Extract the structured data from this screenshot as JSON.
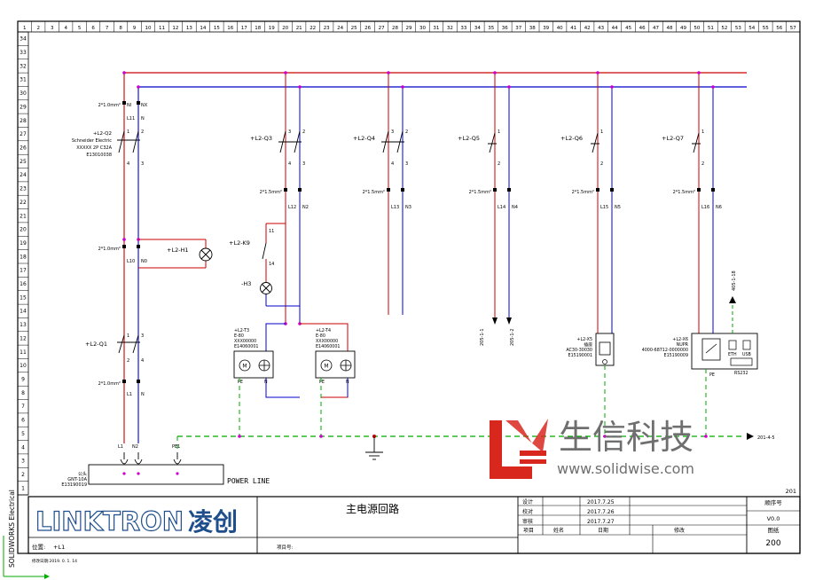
{
  "columns": [
    "1",
    "2",
    "3",
    "4",
    "5",
    "6",
    "7",
    "8",
    "9",
    "10",
    "11",
    "12",
    "13",
    "14",
    "15",
    "16",
    "17",
    "18",
    "19",
    "20",
    "21",
    "22",
    "23",
    "24",
    "25",
    "26",
    "27",
    "28",
    "29",
    "30",
    "31",
    "32",
    "33",
    "34",
    "35",
    "36",
    "37",
    "38",
    "39",
    "40",
    "41",
    "42",
    "43",
    "44",
    "45",
    "46",
    "47",
    "48",
    "49",
    "50",
    "51",
    "52",
    "53",
    "54",
    "55",
    "56",
    "57"
  ],
  "rows": [
    "34",
    "33",
    "32",
    "31",
    "30",
    "29",
    "28",
    "27",
    "26",
    "25",
    "24",
    "23",
    "22",
    "21",
    "20",
    "19",
    "18",
    "17",
    "16",
    "15",
    "14",
    "13",
    "12",
    "11",
    "10",
    "9",
    "8",
    "7",
    "6",
    "5",
    "4",
    "3",
    "2",
    "1"
  ],
  "side_text": "SOLIDWORKS Electrical",
  "breakers": {
    "q2": {
      "tag": "+L2-Q2",
      "desc": "Schneider Electric",
      "part": "XXXXX 2P C32A",
      "code": "E13010038",
      "t1": "1",
      "t2": "2",
      "t3": "4",
      "t4": "3"
    },
    "q3": {
      "tag": "+L2-Q3",
      "t1": "3",
      "t2": "2",
      "t3": "4",
      "t4": "3"
    },
    "q4": {
      "tag": "+L2-Q4",
      "t1": "3",
      "t2": "2",
      "t3": "4",
      "t4": "3"
    },
    "q5": {
      "tag": "+L2-Q5",
      "t1": "1",
      "t2": "2"
    },
    "q6": {
      "tag": "+L2-Q6",
      "t1": "1",
      "t2": "2"
    },
    "q7": {
      "tag": "+L2-Q7",
      "t1": "1",
      "t2": "2"
    },
    "q1": {
      "tag": "+L2-Q1",
      "t1": "1",
      "t2": "3",
      "t3": "2",
      "t4": "4"
    }
  },
  "wires": {
    "w1": {
      "size": "2*1.0mm²",
      "l": "L11",
      "n": "N",
      "ll": "NI",
      "nl": "NX"
    },
    "w2": {
      "size": "2*1.5mm²",
      "l": "L12",
      "n": "N2"
    },
    "w3": {
      "size": "2*1.5mm²",
      "l": "L13",
      "n": "N3"
    },
    "w4": {
      "size": "2*1.5mm²",
      "l": "L14",
      "n": "N4"
    },
    "w5": {
      "size": "2*1.5mm²",
      "l": "L15",
      "n": "N5"
    },
    "w6": {
      "size": "2*1.5mm²",
      "l": "L16",
      "n": "N6"
    },
    "w7": {
      "size": "2*1.0mm²",
      "l": "L10",
      "n": "N0"
    },
    "w8": {
      "size": "2*1.0mm²",
      "l": "L1",
      "n": "N"
    }
  },
  "lamp": {
    "tag": "+L2-H1"
  },
  "switch": {
    "tag": "+L2-K9",
    "t1": "11",
    "t2": "14"
  },
  "indicator": {
    "tag": "-H3"
  },
  "fans": {
    "fan1": {
      "tag": "+L2-T3",
      "type": "E-80",
      "part": "XXX00000",
      "code": "E14060001",
      "pe": "PE",
      "n": "N"
    },
    "fan2": {
      "tag": "+L2-T4",
      "type": "E-80",
      "part": "XXX00000",
      "code": "E14060001",
      "pe": "PE",
      "n": "N"
    }
  },
  "outputs": {
    "o1": "205-1-1",
    "o2": "205-1-2"
  },
  "socket1": {
    "tag": "+L2-X5",
    "desc": "插座",
    "part": "AC30-30030",
    "code": "E15190001"
  },
  "socket2": {
    "tag": "+L2-X6",
    "desc": "NUPR",
    "part": "4000-68712-0000000",
    "code": "E15190009",
    "label_eth": "ETH",
    "label_usb": "USB",
    "label_bot": "RS232",
    "pe": "PE"
  },
  "upward_ref": "405-1-18",
  "right_ref": "201-4-5",
  "power_terminals": {
    "l": "L1",
    "n": "N2",
    "pe": "PE1"
  },
  "connector": {
    "desc": "公头",
    "part": "GNT-10A",
    "code": "E13190019"
  },
  "power_line": "POWER LINE",
  "watermark": {
    "cn": "生信科技",
    "url": "www.solidwise.com"
  },
  "sheet_ref": "201",
  "title_block": {
    "logo_main": "LINKTRON",
    "logo_cn": "凌创",
    "title": "主电源回路",
    "position_label": "位置:",
    "position_value": "+L1",
    "project_label": "项目号:",
    "footer": "修改日期:2019. 0. 1. 14",
    "rows": [
      {
        "label": "设计",
        "date": "2017.7.25"
      },
      {
        "label": "校对",
        "date": "2017.7.26"
      },
      {
        "label": "审核",
        "date": "2017.7.27"
      }
    ],
    "bottom": {
      "c1": "项目",
      "c2": "姓名",
      "c3": "日期",
      "c4": "修改"
    },
    "right": {
      "seq_label": "顺序号",
      "version": "V0.0",
      "page_label": "图纸",
      "page": "200"
    }
  },
  "colors": {
    "line": "#cc0000",
    "neutral": "#0000cc",
    "pe": "#00aa00",
    "wire": "#cc0000",
    "watermark_red": "#d8281e",
    "watermark_gray": "#6f6f6f",
    "logo_blue": "#1f4e8c"
  }
}
